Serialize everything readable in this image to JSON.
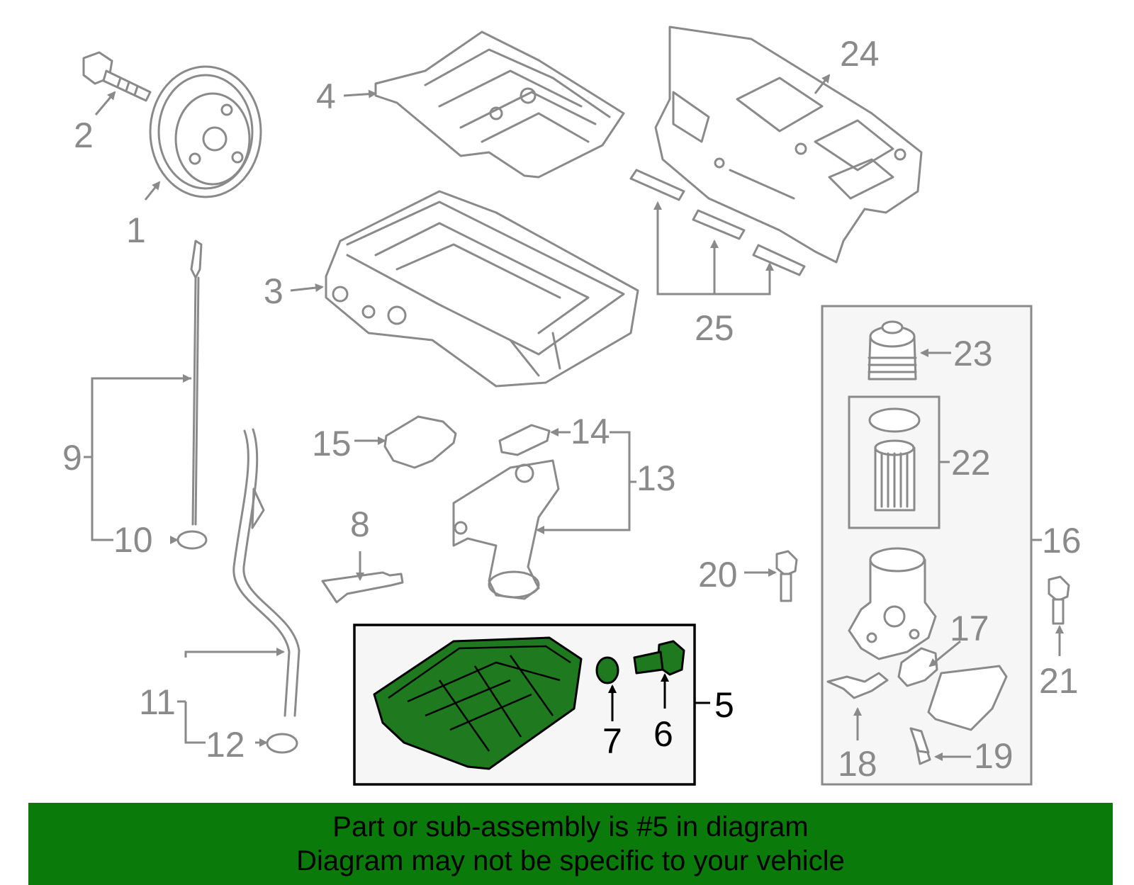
{
  "diagram": {
    "callouts": [
      "1",
      "2",
      "3",
      "4",
      "5",
      "6",
      "7",
      "8",
      "9",
      "10",
      "11",
      "12",
      "13",
      "14",
      "15",
      "16",
      "17",
      "18",
      "19",
      "20",
      "21",
      "22",
      "23",
      "24",
      "25"
    ],
    "highlighted_part": "5"
  },
  "banner": {
    "line1": "Part or sub-assembly is #5 in diagram",
    "line2": "Diagram may not be specific to your vehicle",
    "background": "#0a7a0a"
  },
  "colors": {
    "part_gray": "#8a8a8a",
    "highlight_green": "#1f7a1f",
    "box_fill": "#f6f6f6"
  }
}
